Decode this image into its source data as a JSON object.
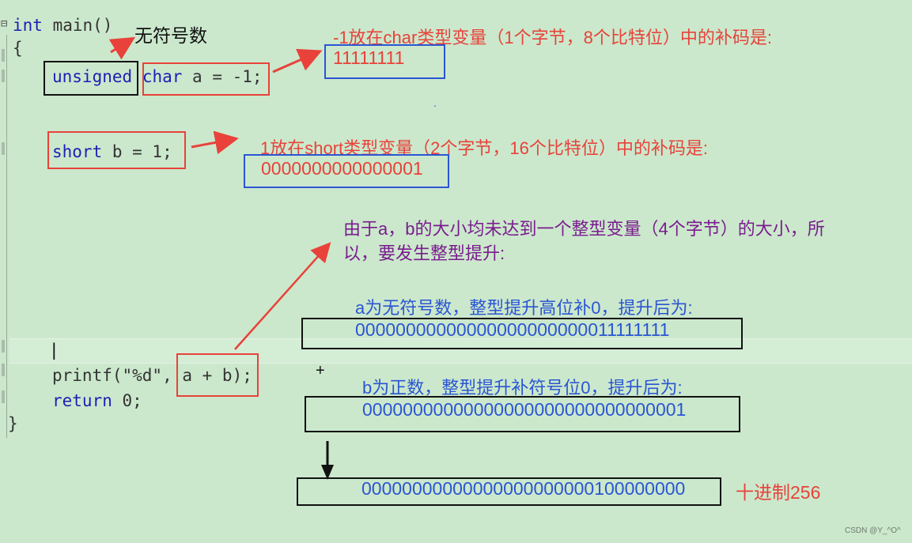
{
  "code": {
    "line1_kw": "int",
    "line1_rest": " main()",
    "open_brace": "{",
    "unsigned_kw": "unsigned",
    "char_kw": "char",
    "char_rest": " a = -1;",
    "short_kw": "short",
    "short_rest": " b = 1;",
    "cursor": "|",
    "printf_pre": "printf(\"%d\",",
    "printf_expr": " a + b);",
    "return_kw": "return",
    "return_rest": " 0;",
    "close_brace": "}",
    "fold_marker": "⊟"
  },
  "annotations": {
    "unsigned_note": "无符号数",
    "char_note": "-1放在char类型变量（1个字节，8个比特位）中的补码是:",
    "char_bits": "11111111",
    "short_note": "1放在short类型变量（2个字节，16个比特位）中的补码是:",
    "short_bits": "0000000000000001",
    "promo_note_line1": "由于a，b的大小均未达到一个整型变量（4个字节）的大小，所",
    "promo_note_line2": "以，要发生整型提升:",
    "a_promo_note": "a为无符号数，整型提升高位补0，提升后为:",
    "a_promo_bits": "00000000000000000000000011111111",
    "b_promo_note": "b为正数，整型提升补符号位0，提升后为:",
    "b_promo_bits": "00000000000000000000000000000001",
    "sum_bits": "00000000000000000000000100000000",
    "sum_decimal": "十进制256",
    "plus_sign": "+",
    "dot": "."
  },
  "watermark": "CSDN @Y_^O^",
  "colors": {
    "background": "#cbe8cc",
    "keyword": "#1e1eb4",
    "red": "#e8423a",
    "blue": "#2b55d4",
    "purple": "#7a1c8e"
  }
}
